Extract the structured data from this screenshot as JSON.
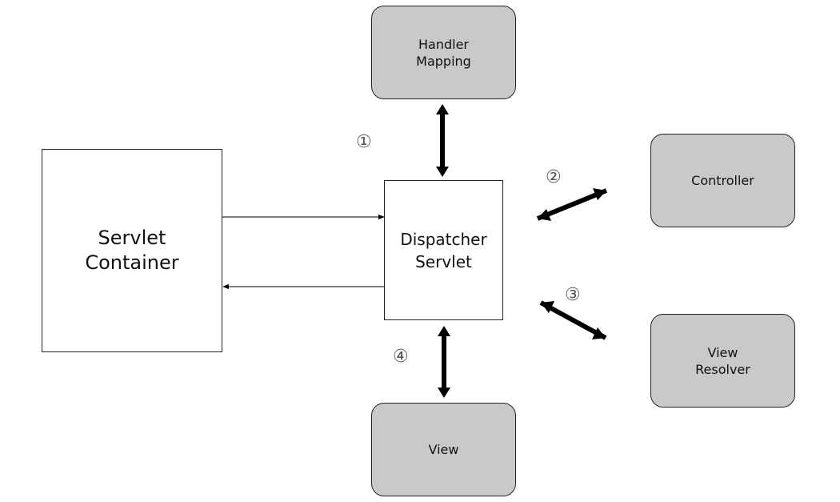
{
  "servlet_container": {
    "line1": "Servlet",
    "line2": "Container"
  },
  "dispatcher_servlet": {
    "line1": "Dispatcher",
    "line2": "Servlet"
  },
  "handler_mapping": {
    "line1": "Handler",
    "line2": "Mapping"
  },
  "controller": {
    "label": "Controller"
  },
  "view_resolver": {
    "line1": "View",
    "line2": "Resolver"
  },
  "view": {
    "label": "View"
  },
  "steps": {
    "s1": "①",
    "s2": "②",
    "s3": "③",
    "s4": "④"
  },
  "colors": {
    "node_fill": "#c9c9c9",
    "stroke": "#222222",
    "arrow": "#000000"
  }
}
